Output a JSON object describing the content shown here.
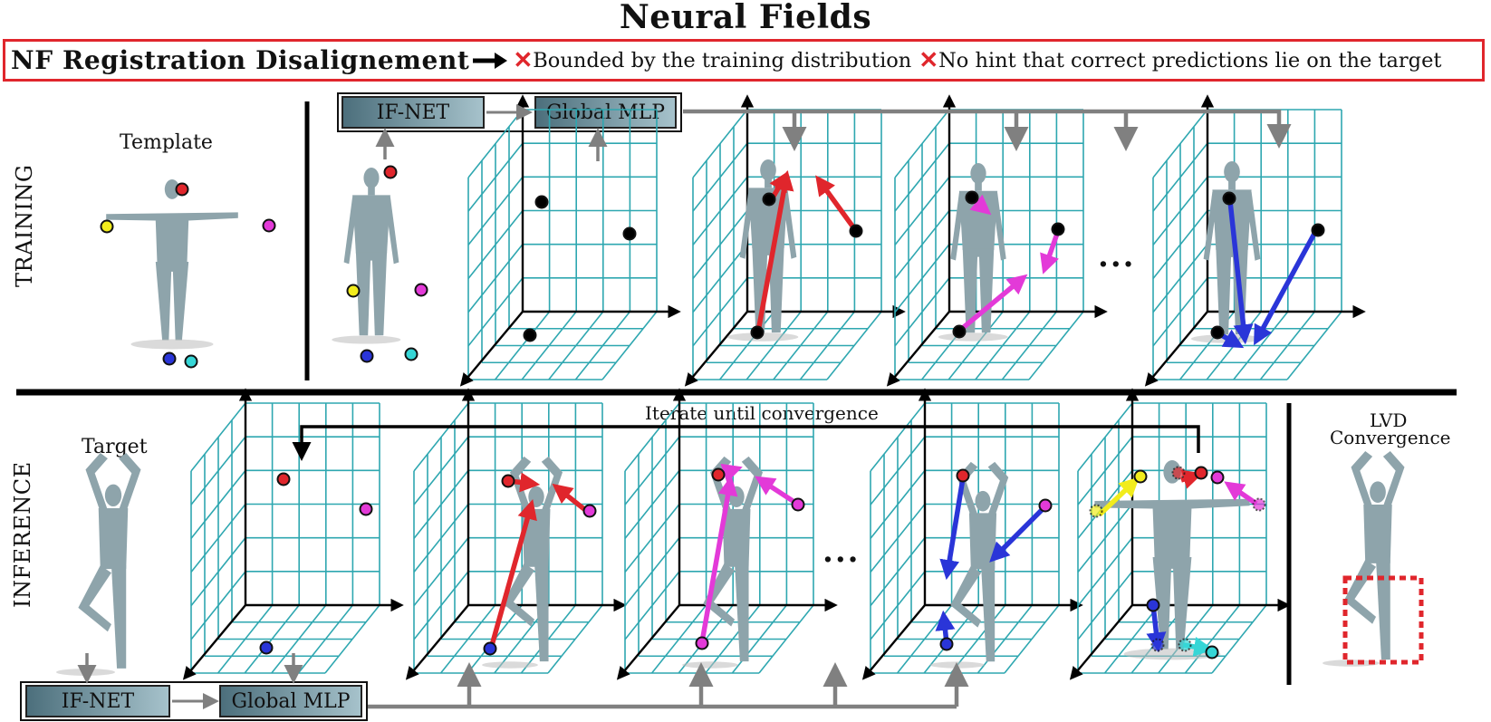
{
  "title": "Neural Fields",
  "banner": {
    "heading": "NF Registration Disalignement",
    "issue_1": "Bounded by the training distribution",
    "issue_2": "No hint that correct predictions lie on the target",
    "cross_symbol": "✕"
  },
  "training": {
    "section_label": "TRAINING",
    "template_label": "Template",
    "modules": [
      "IF-NET",
      "Global MLP"
    ],
    "ellipsis": "..."
  },
  "inference": {
    "section_label": "INFERENCE",
    "target_label": "Target",
    "iterate_label": "Iterate until convergence",
    "modules": [
      "IF-NET",
      "Global MLP"
    ],
    "ellipsis": "...",
    "result_label_line1": "LVD",
    "result_label_line2": "Convergence"
  },
  "colors": {
    "red": "#e0262c",
    "magenta": "#e33ad8",
    "blue": "#2a35d8",
    "yellow": "#f2ec1c",
    "cyan": "#36d6d6",
    "grid": "#2ea7b0",
    "body": "#8ea4ab",
    "gray_arrow": "#808080",
    "frame": "#e0262c"
  }
}
